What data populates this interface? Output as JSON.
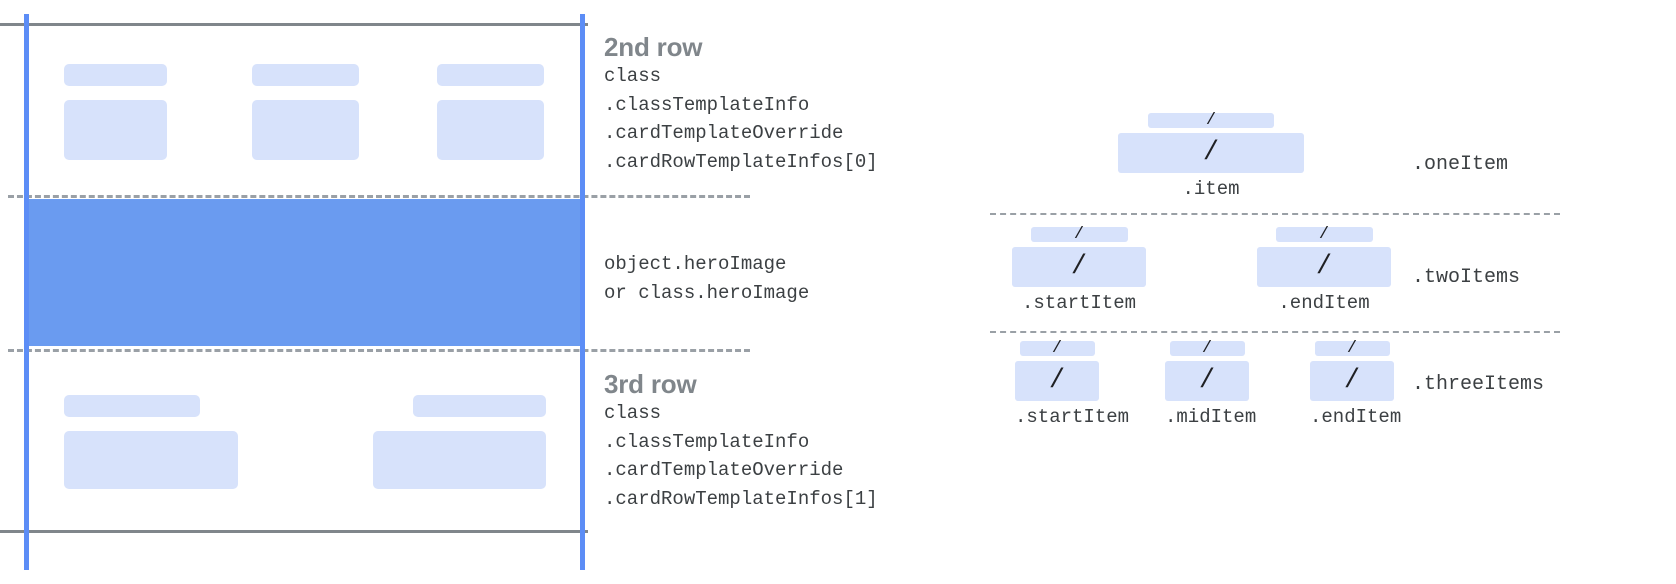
{
  "card_diagram": {
    "rows": [
      {
        "name": "row-2",
        "title": "2nd row",
        "code": "class\n.classTemplateInfo\n.cardTemplateOverride\n.cardRowTemplateInfos[0]",
        "cells": 3
      },
      {
        "name": "hero",
        "title": "",
        "code": "object.heroImage\nor class.heroImage",
        "cells": 0
      },
      {
        "name": "row-3",
        "title": "3rd row",
        "code": "class\n.classTemplateInfo\n.cardTemplateOverride\n.cardRowTemplateInfos[1]",
        "cells": 2
      }
    ]
  },
  "item_diagram": {
    "groups": [
      {
        "key": "one",
        "label": ".oneItem",
        "slots": [
          {
            "label": ".item",
            "glyph": "/"
          }
        ]
      },
      {
        "key": "two",
        "label": ".twoItems",
        "slots": [
          {
            "label": ".startItem",
            "glyph": "/"
          },
          {
            "label": ".endItem",
            "glyph": "/"
          }
        ]
      },
      {
        "key": "three",
        "label": ".threeItems",
        "slots": [
          {
            "label": ".startItem",
            "glyph": "/"
          },
          {
            "label": ".midItem",
            "glyph": "/"
          },
          {
            "label": ".endItem",
            "glyph": "/"
          }
        ]
      }
    ]
  },
  "colors": {
    "hero_blue": "#6A9BF0",
    "placeholder_blue": "#D7E2FB",
    "guide_blue": "#5C8DF6",
    "rule_gray": "#80868B",
    "title_gray": "#80868B",
    "code_gray": "#3C4043"
  }
}
